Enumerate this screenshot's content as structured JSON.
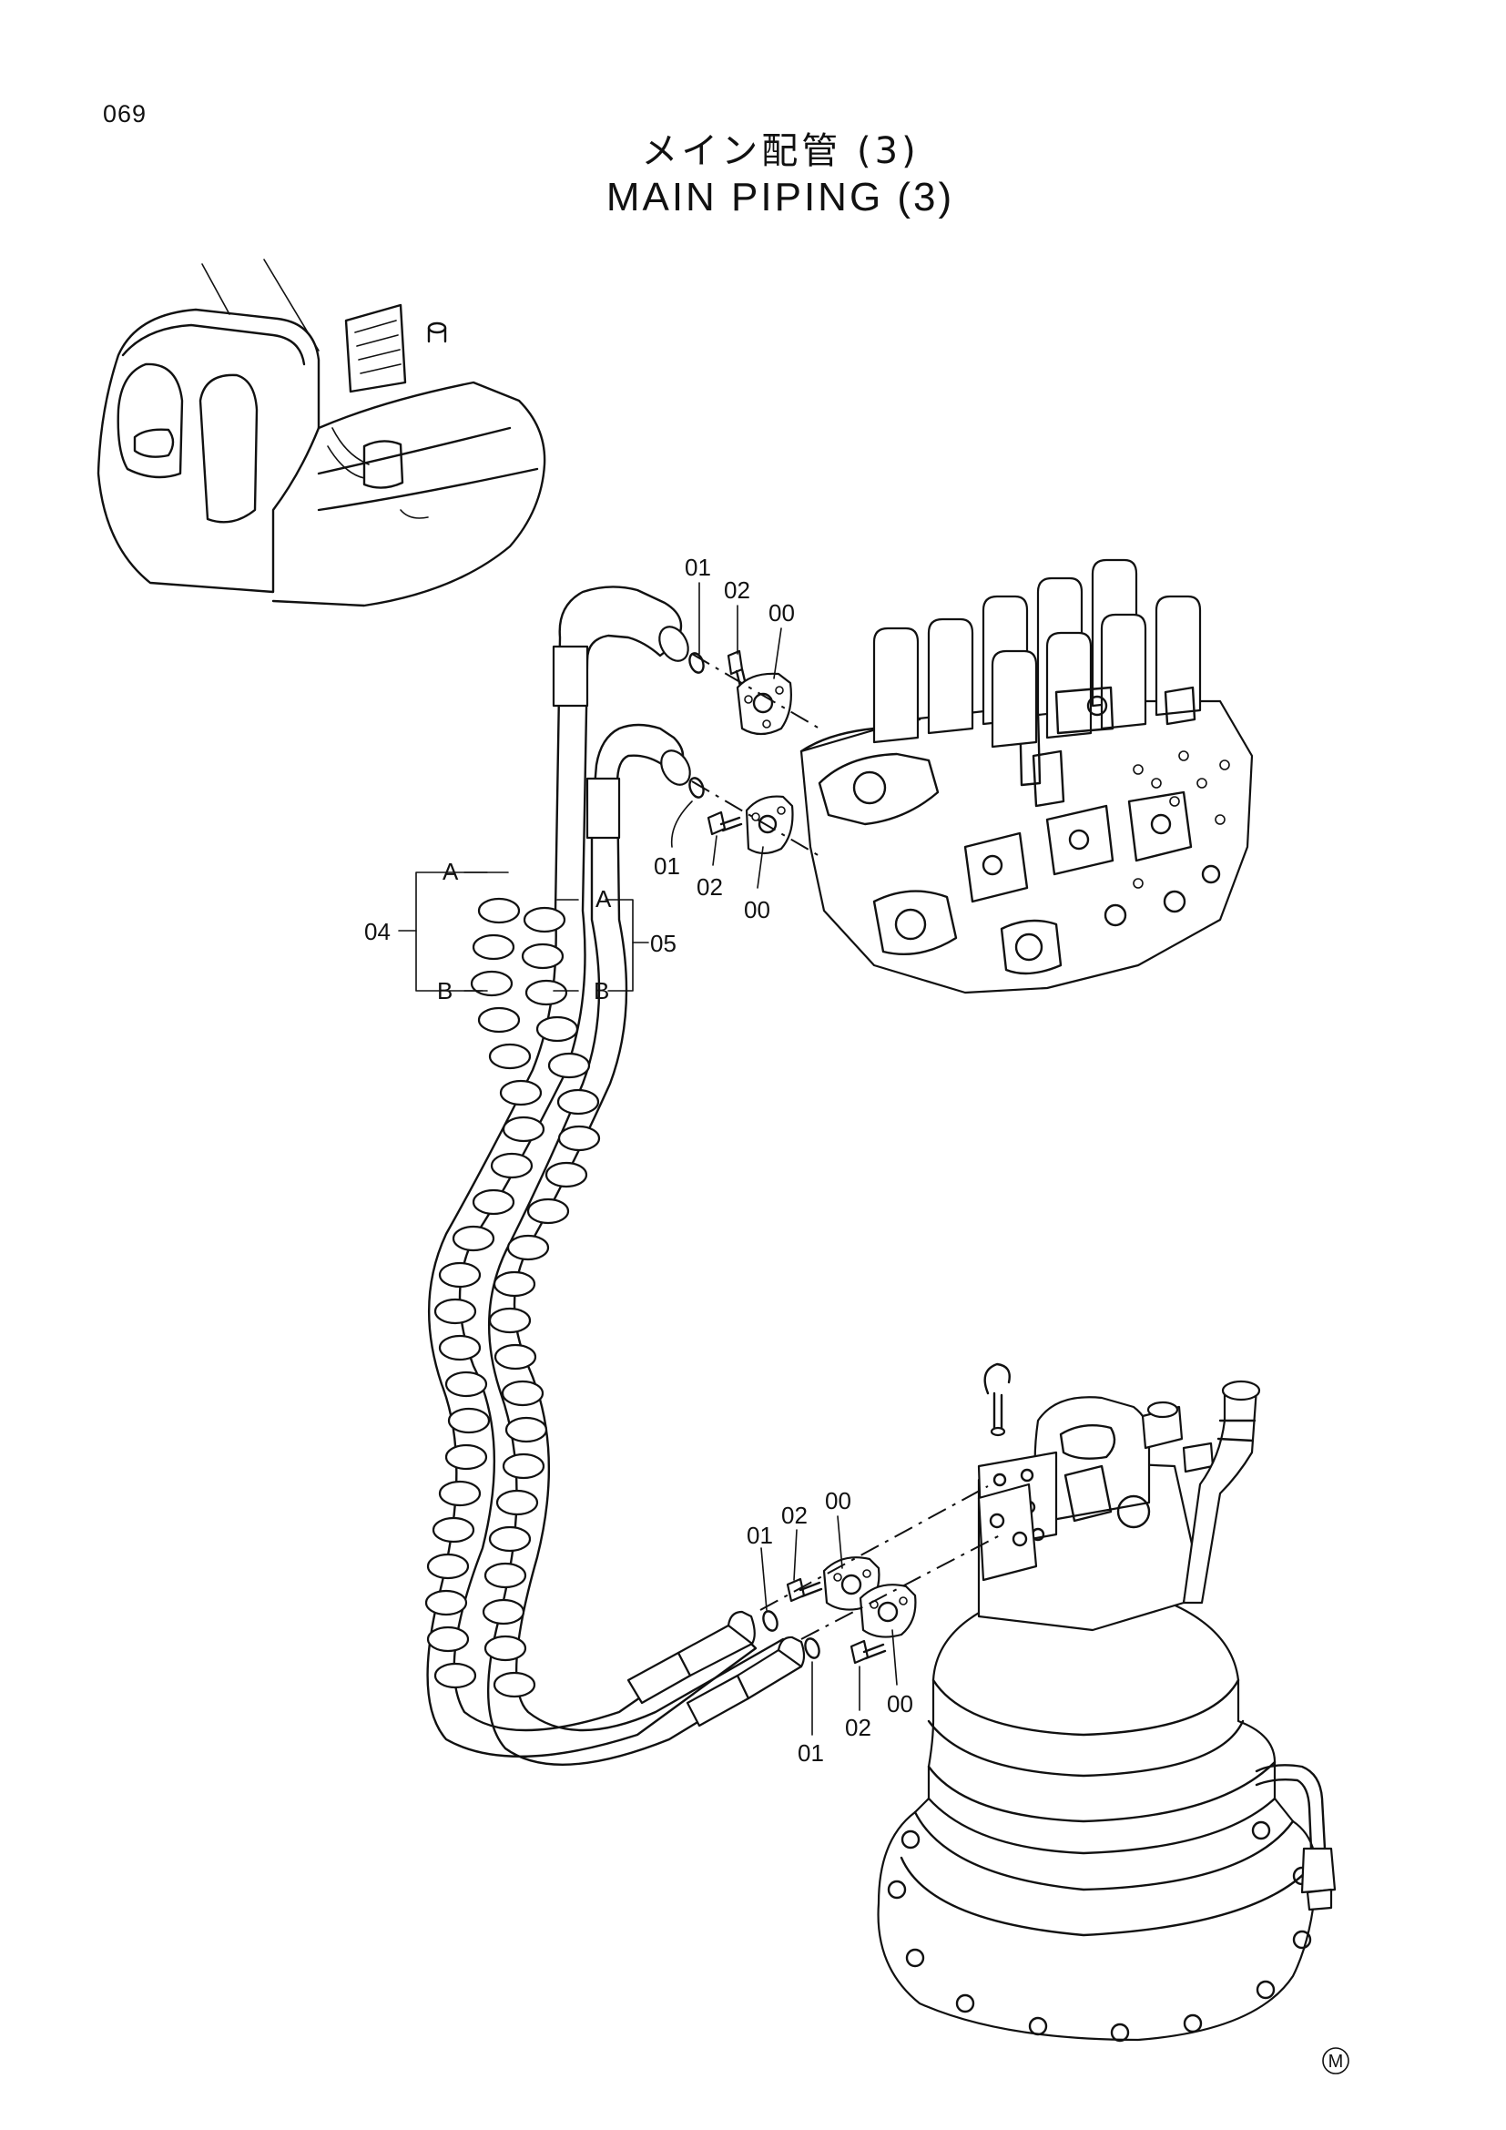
{
  "page_number": "069",
  "title_jp": "メイン配管  (3)",
  "title_en": "MAIN PIPING (3)",
  "callouts": {
    "upper_oring_a": "01",
    "upper_bolt_a": "02",
    "upper_flange_a": "00",
    "upper_oring_b": "01",
    "upper_bolt_b": "02",
    "upper_flange_b": "00",
    "hose_assy_left": "04",
    "hose_assy_right": "05",
    "hose_end_a_left": "A",
    "hose_end_b_left": "B",
    "hose_end_a_right": "A",
    "hose_end_b_right": "B",
    "lower_oring_a": "01",
    "lower_bolt_a": "02",
    "lower_flange_a": "00",
    "lower_oring_b": "01",
    "lower_bolt_b": "02",
    "lower_flange_b": "00"
  },
  "corner_mark": "M",
  "icons": [
    "excavator-overview-icon",
    "control-valve-icon",
    "swing-motor-icon",
    "hose-assembly-icon",
    "flange-icon",
    "bolt-icon",
    "o-ring-icon"
  ]
}
